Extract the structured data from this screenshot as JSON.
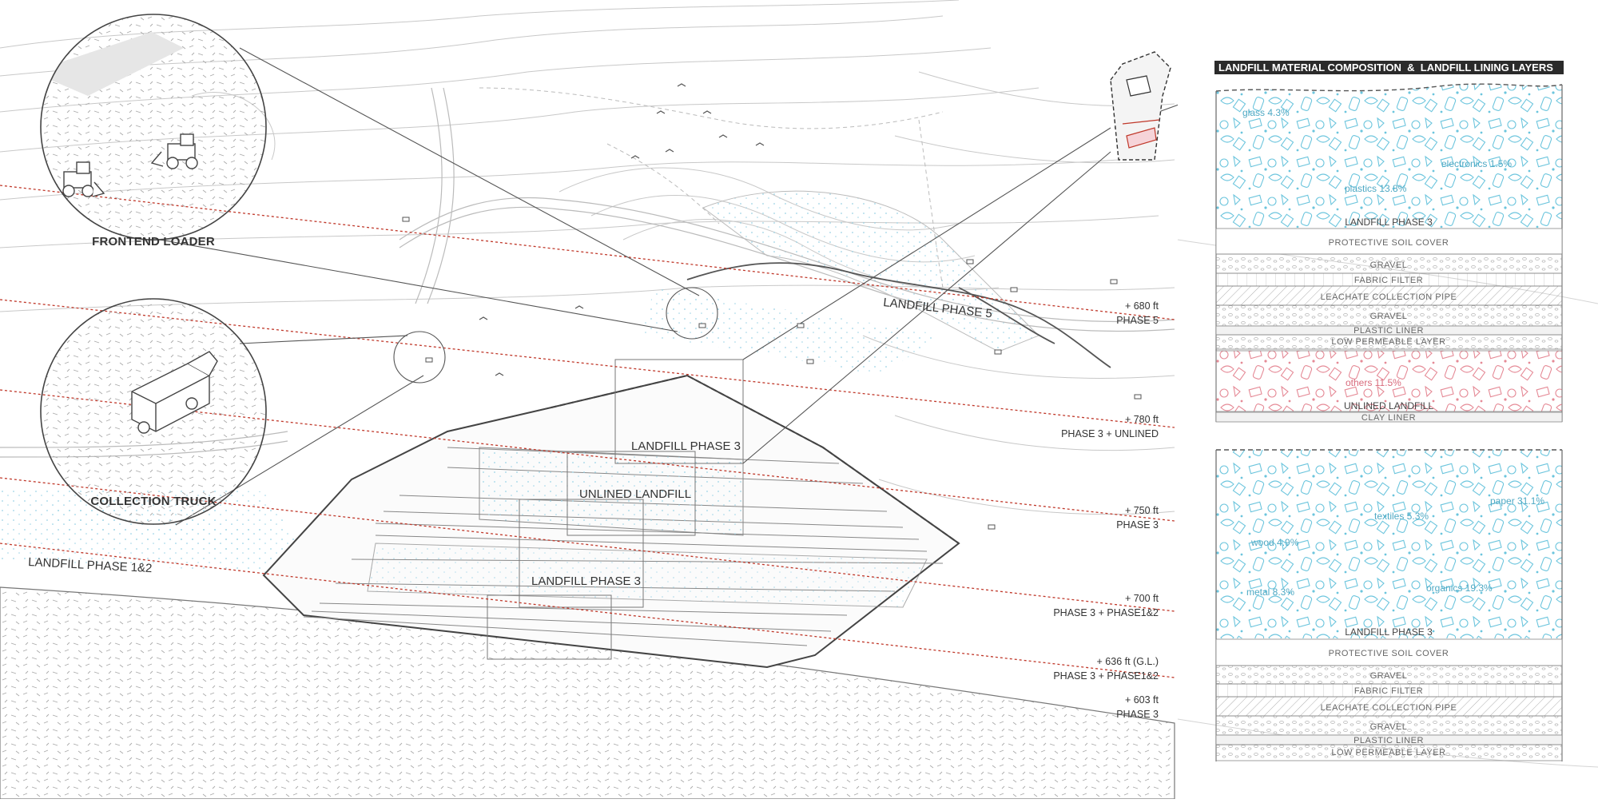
{
  "panel": {
    "title": "LANDFILL MATERIAL COMPOSITION  &  LANDFILL LINING LAYERS"
  },
  "callouts": {
    "frontend_loader": "FRONTEND LOADER",
    "collection_truck": "COLLECTION TRUCK"
  },
  "site_labels": {
    "phase5": "LANDFILL PHASE 5",
    "phase3_upper": "LANDFILL PHASE 3",
    "unlined": "UNLINED LANDFILL",
    "phase3_lower": "LANDFILL PHASE 3",
    "phase12": "LANDFILL PHASE 1&2"
  },
  "elevations": [
    {
      "value": "+ 680 ft",
      "label": "PHASE 5"
    },
    {
      "value": "+ 780 ft",
      "label": "PHASE 3 + UNLINED"
    },
    {
      "value": "+ 750 ft",
      "label": "PHASE 3"
    },
    {
      "value": "+ 700 ft",
      "label": "PHASE 3 + PHASE1&2"
    },
    {
      "value": "+ 636 ft (G.L.)",
      "label": "PHASE 3 + PHASE1&2"
    },
    {
      "value": "+ 603 ft",
      "label": "PHASE 3"
    }
  ],
  "section_top": {
    "materials": [
      {
        "label": "glass 4.3%"
      },
      {
        "label": "electronics 1.5%"
      },
      {
        "label": "plastics 13.8%"
      }
    ],
    "waste_label": "LANDFILL PHASE 3",
    "layers": [
      "PROTECTIVE SOIL COVER",
      "GRAVEL",
      "FABRIC FILTER",
      "LEACHATE COLLECTION PIPE",
      "GRAVEL",
      "PLASTIC LINER",
      "LOW PERMEABLE LAYER"
    ],
    "unlined_material": "others 11.5%",
    "unlined_label": "UNLINED LANDFILL",
    "clay_label": "CLAY LINER"
  },
  "section_bottom": {
    "materials": [
      {
        "label": "paper 31.1%"
      },
      {
        "label": "textiles 5.3%"
      },
      {
        "label": "wood 4.9%"
      },
      {
        "label": "metal 8.3%"
      },
      {
        "label": "organics 19.3%"
      }
    ],
    "waste_label": "LANDFILL PHASE 3",
    "layers": [
      "PROTECTIVE SOIL COVER",
      "GRAVEL",
      "FABRIC FILTER",
      "LEACHATE COLLECTION PIPE",
      "GRAVEL",
      "PLASTIC LINER",
      "LOW PERMEABLE LAYER"
    ]
  },
  "colors": {
    "waste_blue": "#5bbcd6",
    "unlined_red": "#e0707f",
    "elevation_red": "#c0392b",
    "line": "#555555"
  }
}
